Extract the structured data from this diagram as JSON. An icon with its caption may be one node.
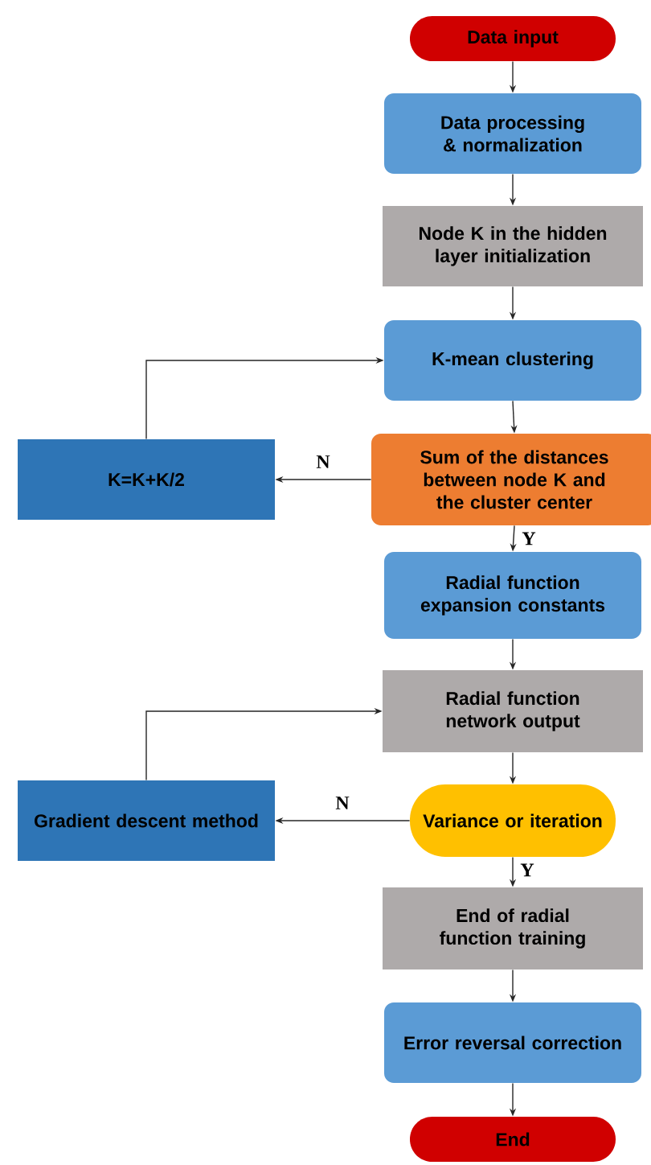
{
  "diagram": {
    "nodes": [
      {
        "text": [
          "Data input"
        ]
      },
      {
        "text": [
          "Data processing & normalization"
        ]
      },
      {
        "text": [
          "Node K in the hidden layer initialization"
        ]
      },
      {
        "text": [
          "K-mean clustering"
        ]
      },
      {
        "text": [
          "Sum of the distances between node K and the cluster center"
        ]
      },
      {
        "text": [
          "K=K+K/2"
        ]
      },
      {
        "text": [
          "Radial function expansion constants"
        ]
      },
      {
        "text": [
          "Radial function network output"
        ]
      },
      {
        "text": [
          "Variance or iteration"
        ]
      },
      {
        "text": [
          "Gradient descent method"
        ]
      },
      {
        "text": [
          "End of radial function training"
        ]
      },
      {
        "text": [
          "Error reversal correction"
        ]
      },
      {
        "text": [
          "End"
        ]
      }
    ],
    "edges": [
      {
        "from": 0,
        "to": 1,
        "arrow": "to"
      },
      {
        "from": 1,
        "to": 2,
        "arrow": "to"
      },
      {
        "from": 2,
        "to": 3,
        "arrow": "to"
      },
      {
        "from": 3,
        "to": 4,
        "arrow": "to"
      },
      {
        "from": 4,
        "to": 5,
        "arrow": "to",
        "label": "N"
      },
      {
        "from": 5,
        "to": 3,
        "arrow": "to"
      },
      {
        "from": 4,
        "to": 6,
        "arrow": "to",
        "label": "Y"
      },
      {
        "from": 6,
        "to": 7,
        "arrow": "to"
      },
      {
        "from": 7,
        "to": 8,
        "arrow": "to"
      },
      {
        "from": 8,
        "to": 9,
        "arrow": "to",
        "label": "N"
      },
      {
        "from": 9,
        "to": 7,
        "arrow": "to"
      },
      {
        "from": 8,
        "to": 10,
        "arrow": "to",
        "label": "Y"
      },
      {
        "from": 10,
        "to": 11,
        "arrow": "to"
      },
      {
        "from": 11,
        "to": 12,
        "arrow": "to"
      }
    ]
  }
}
